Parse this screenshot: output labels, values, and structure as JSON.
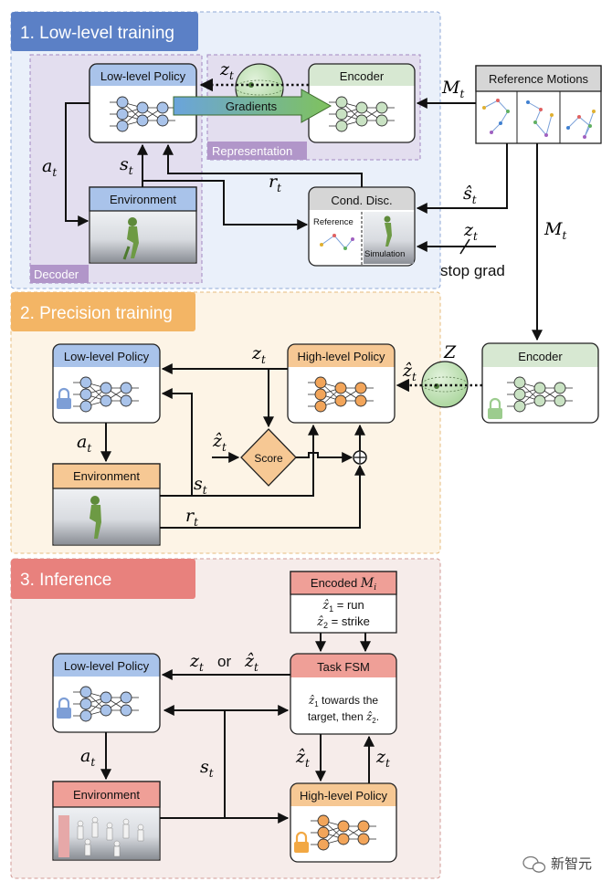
{
  "colors": {
    "section1_bg": "#eaf0fa",
    "section1_title_bg": "#5b80c6",
    "section2_bg": "#fdf4e6",
    "section2_title_bg": "#f3b565",
    "section3_bg": "#f6ecea",
    "section3_title_bg": "#e8817d",
    "decoder_bg": "#dccfe6",
    "representation_bg": "#dccfe6",
    "representation_label_bg": "#b196c9",
    "blue_header": "#a9c3ea",
    "green_header": "#d7e8d2",
    "orange_header": "#f6c894",
    "gray_header": "#d6d6d6",
    "red_header": "#ef9f97",
    "node_blue": "#a9c3ea",
    "node_green": "#c9e2c3",
    "node_orange": "#f2a55a",
    "lock_blue": "#7d9ed6",
    "lock_green": "#9ccc8e",
    "lock_orange": "#f2a843",
    "gradients_arrow": "#6fb05b"
  },
  "icons": {
    "lock": "lock-icon",
    "sphere": "latent-sphere-icon",
    "network": "neural-network-icon",
    "sum": "sum-circle-icon"
  },
  "sections": {
    "s1": {
      "title": "1. Low-level training"
    },
    "s2": {
      "title": "2. Precision training"
    },
    "s3": {
      "title": "3. Inference"
    }
  },
  "s1": {
    "decoder_label": "Decoder",
    "representation_label": "Representation",
    "low_level_policy": "Low-level Policy",
    "encoder": "Encoder",
    "environment": "Environment",
    "reference_motions": "Reference Motions",
    "cond_disc": "Cond. Disc.",
    "disc_reference": "Reference",
    "disc_simulation": "Simulation",
    "gradients": "Gradients",
    "stop_grad": "stop grad",
    "m_t": "M",
    "m_t_sub": "t",
    "z_t": "z",
    "z_t_sub": "t",
    "a_t": "a",
    "a_t_sub": "t",
    "s_t": "s",
    "s_t_sub": "t",
    "r_t": "r",
    "r_t_sub": "t",
    "shat_t": "ŝ",
    "shat_t_sub": "t",
    "z_t2": "z",
    "z_t2_sub": "t",
    "m_t2": "M",
    "m_t2_sub": "t"
  },
  "s2": {
    "low_level_policy": "Low-level Policy",
    "high_level_policy": "High-level Policy",
    "environment": "Environment",
    "encoder": "Encoder",
    "score": "Score",
    "z_t": "z",
    "z_t_sub": "t",
    "zhat_left": "ẑ",
    "zhat_left_sub": "t",
    "zhat_right": "ẑ",
    "zhat_right_sub": "t",
    "Z": "Z",
    "a_t": "a",
    "a_t_sub": "t",
    "s_t": "s",
    "s_t_sub": "t",
    "r_t": "r",
    "r_t_sub": "t"
  },
  "s3": {
    "encoded_title": "Encoded",
    "encoded_m": "M",
    "encoded_m_sub": "i",
    "encoded_line1_var": "ẑ",
    "encoded_line1_sub": "1",
    "encoded_line1_rest": " = run",
    "encoded_line2_var": "ẑ",
    "encoded_line2_sub": "2",
    "encoded_line2_rest": " = strike",
    "low_level_policy": "Low-level Policy",
    "task_fsm": "Task FSM",
    "fsm_line1_var": "ẑ",
    "fsm_line1_sub": "1",
    "fsm_line1_rest": " towards the",
    "fsm_line2_text": "target, then ",
    "fsm_line2_var": "ẑ",
    "fsm_line2_sub": "2",
    "fsm_line2_end": ".",
    "environment": "Environment",
    "high_level_policy": "High-level Policy",
    "z_or": "or",
    "z_t": "z",
    "z_t_sub": "t",
    "zhat_t": "ẑ",
    "zhat_t_sub": "t",
    "a_t": "a",
    "a_t_sub": "t",
    "s_t": "s",
    "s_t_sub": "t",
    "zhat_down": "ẑ",
    "zhat_down_sub": "t",
    "z_up": "z",
    "z_up_sub": "t"
  },
  "watermark": {
    "text": "新智元"
  }
}
